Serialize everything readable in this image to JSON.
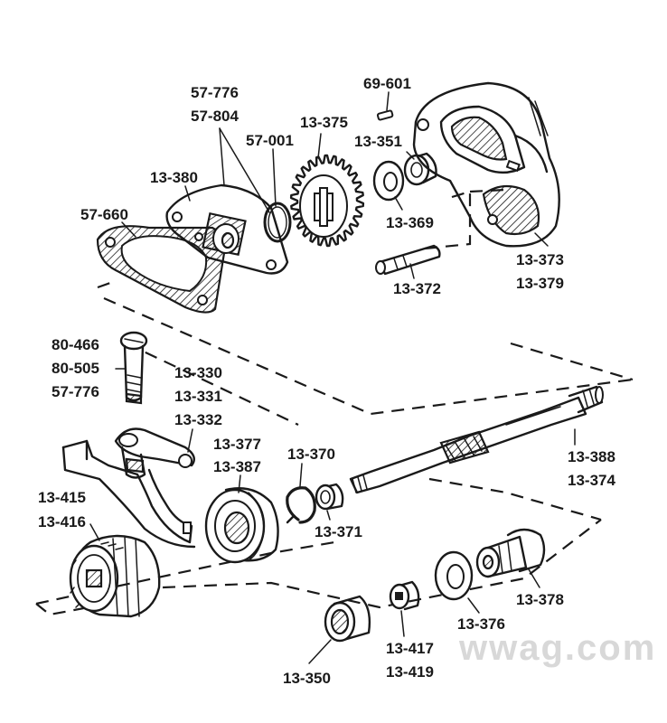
{
  "diagram": {
    "watermark": "wwag.com",
    "labels": [
      {
        "id": "57-776-a",
        "text": "57-776"
      },
      {
        "id": "57-804",
        "text": "57-804"
      },
      {
        "id": "57-001",
        "text": "57-001"
      },
      {
        "id": "13-375",
        "text": "13-375"
      },
      {
        "id": "69-601",
        "text": "69-601"
      },
      {
        "id": "13-351",
        "text": "13-351"
      },
      {
        "id": "13-380",
        "text": "13-380"
      },
      {
        "id": "57-660",
        "text": "57-660"
      },
      {
        "id": "13-369",
        "text": "13-369"
      },
      {
        "id": "13-373",
        "text": "13-373"
      },
      {
        "id": "13-379",
        "text": "13-379"
      },
      {
        "id": "13-372",
        "text": "13-372"
      },
      {
        "id": "80-466",
        "text": "80-466"
      },
      {
        "id": "80-505",
        "text": "80-505"
      },
      {
        "id": "57-776-b",
        "text": "57-776"
      },
      {
        "id": "13-330",
        "text": "13-330"
      },
      {
        "id": "13-331",
        "text": "13-331"
      },
      {
        "id": "13-332",
        "text": "13-332"
      },
      {
        "id": "13-377",
        "text": "13-377"
      },
      {
        "id": "13-387",
        "text": "13-387"
      },
      {
        "id": "13-370",
        "text": "13-370"
      },
      {
        "id": "13-388",
        "text": "13-388"
      },
      {
        "id": "13-374",
        "text": "13-374"
      },
      {
        "id": "13-415",
        "text": "13-415"
      },
      {
        "id": "13-416",
        "text": "13-416"
      },
      {
        "id": "13-371",
        "text": "13-371"
      },
      {
        "id": "13-378",
        "text": "13-378"
      },
      {
        "id": "13-376",
        "text": "13-376"
      },
      {
        "id": "13-417",
        "text": "13-417"
      },
      {
        "id": "13-419",
        "text": "13-419"
      },
      {
        "id": "13-350",
        "text": "13-350"
      }
    ]
  }
}
